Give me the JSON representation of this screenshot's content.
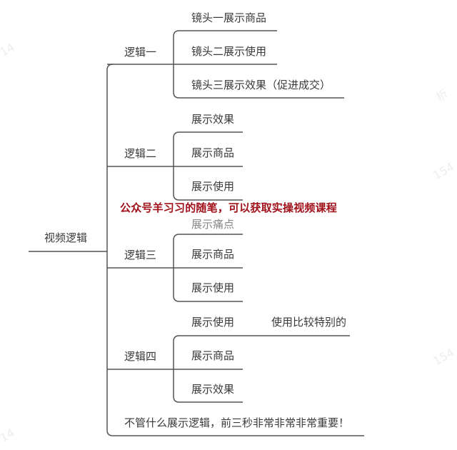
{
  "root": "视频逻辑",
  "branches": [
    {
      "label": "逻辑一",
      "children": [
        "镜头一展示商品",
        "镜头二展示使用",
        "镜头三展示效果（促进成交）"
      ]
    },
    {
      "label": "逻辑二",
      "children": [
        "展示效果",
        "展示商品",
        "展示使用"
      ]
    },
    {
      "label": "逻辑三",
      "children": [
        "展示痛点",
        "展示商品",
        "展示使用"
      ]
    },
    {
      "label": "逻辑四",
      "children": [
        "展示使用",
        "展示商品",
        "展示效果"
      ],
      "note": "使用比较特别的"
    }
  ],
  "summary": "不管什么展示逻辑，前三秒非常非常非常重要！",
  "overlay_text": "公众号羊习习的随笔，可以获取实操视频课程",
  "colors": {
    "line": "#555555",
    "overlay": "#a0101a"
  }
}
